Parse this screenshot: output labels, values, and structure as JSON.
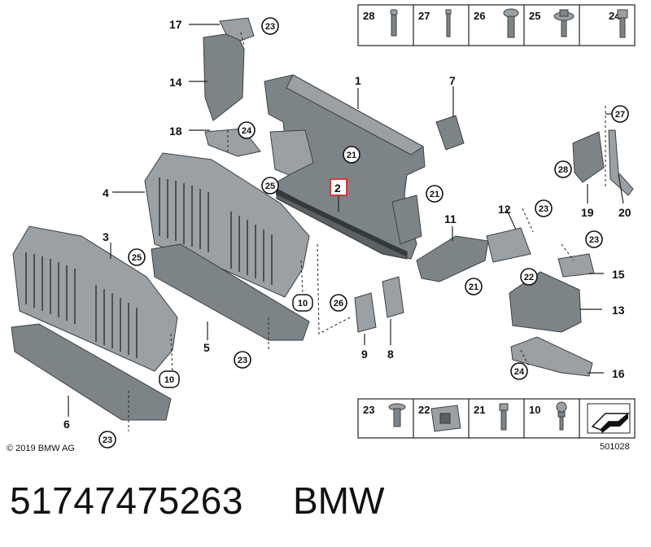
{
  "copyright": "© 2019 BMW AG",
  "diagram_code": "501028",
  "part_number": "51747475263",
  "brand": "BMW",
  "highlighted_callout": "2",
  "callouts": {
    "c1": "1",
    "c2": "2",
    "c3": "3",
    "c4": "4",
    "c5": "5",
    "c6": "6",
    "c7": "7",
    "c8": "8",
    "c9": "9",
    "c10a": "10",
    "c10b": "10",
    "c11": "11",
    "c12": "12",
    "c13": "13",
    "c14": "14",
    "c15": "15",
    "c16": "16",
    "c17": "17",
    "c18": "18",
    "c19": "19",
    "c20": "20",
    "r21a": "21",
    "r21b": "21",
    "r21c": "21",
    "r22": "22",
    "r23a": "23",
    "r23b": "23",
    "r23c": "23",
    "r23d": "23",
    "r23e": "23",
    "r24a": "24",
    "r24b": "24",
    "r25a": "25",
    "r25b": "25",
    "r26": "26",
    "r27": "27",
    "r28": "28"
  },
  "fastener_legend_top": [
    "28",
    "27",
    "26",
    "25",
    "24"
  ],
  "fastener_legend_bottom": [
    "23",
    "22",
    "21",
    "10"
  ]
}
